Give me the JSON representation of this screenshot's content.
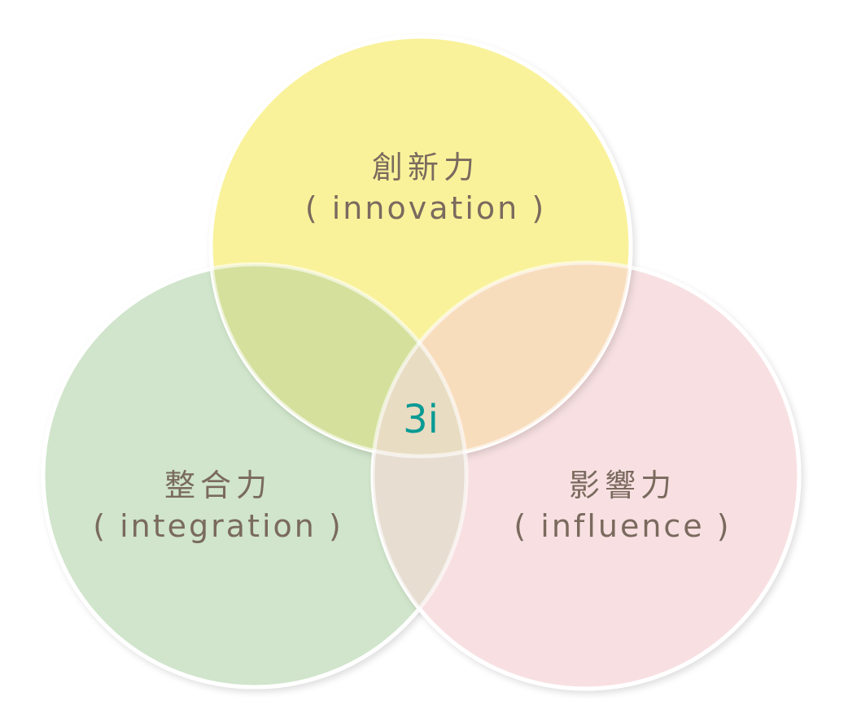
{
  "circles": {
    "innovation": {
      "title": "創新力",
      "subtitle": "( innovation )",
      "color": "#f9f29a"
    },
    "integration": {
      "title": "整合力",
      "subtitle": "( integration )",
      "color": "#d0e5cb"
    },
    "influence": {
      "title": "影響力",
      "subtitle": "( influence )",
      "color": "#f8e0e2"
    }
  },
  "center_label": "3i",
  "colors": {
    "innovation_integration": "#d4e09c",
    "innovation_influence": "#f8ddbd",
    "integration_influence": "#e7ddd1",
    "all_three": "#e8dcc2",
    "text": "#7a6a5e",
    "center_text": "#0a9a94"
  }
}
